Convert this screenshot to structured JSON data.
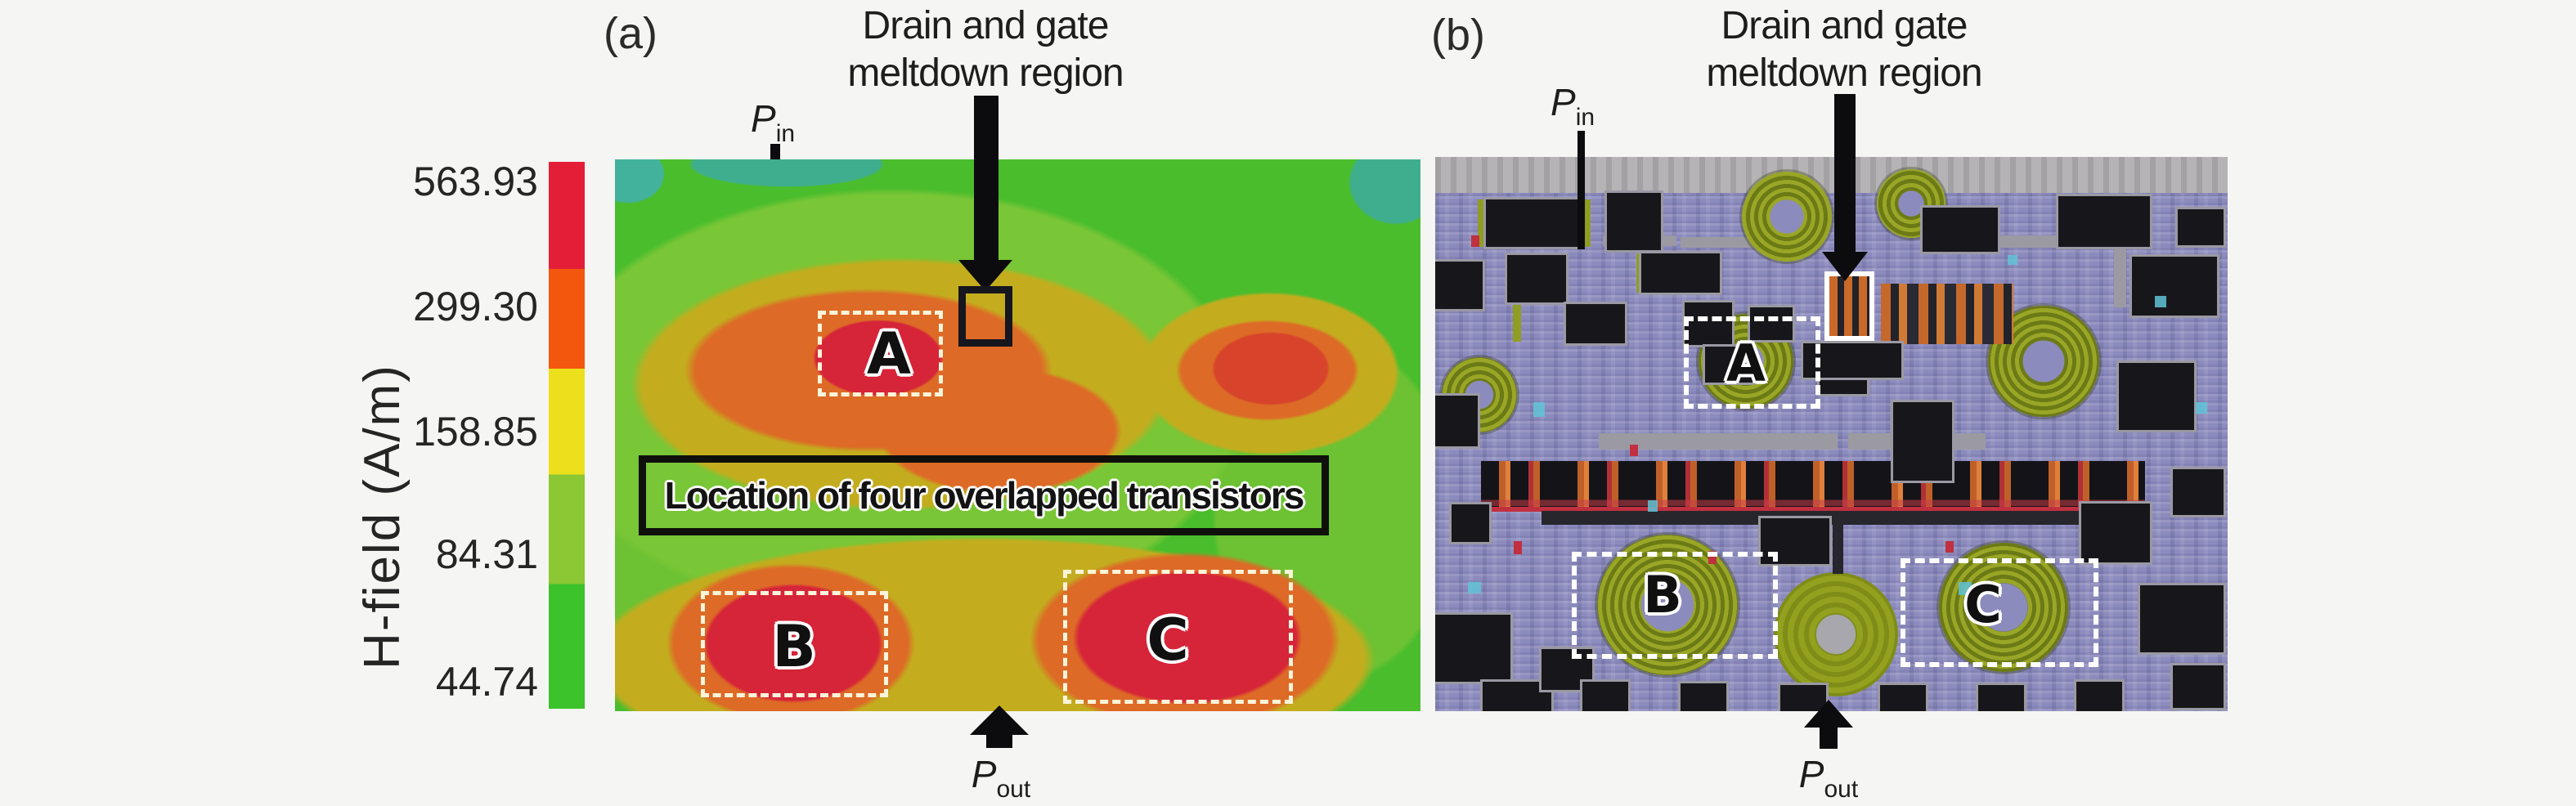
{
  "figure": {
    "colorbar": {
      "axis_label": "H-field (A/m)",
      "tick_labels": [
        "563.93",
        "299.30",
        "158.85",
        "84.31",
        "44.74"
      ],
      "segment_colors": [
        "#e51e38",
        "#f3570e",
        "#ece01d",
        "#8cc734",
        "#3cc22a"
      ]
    },
    "panel_a": {
      "label": "(a)",
      "heading": {
        "line1": "Drain and gate",
        "line2": "meltdown region"
      },
      "p_in": {
        "sym": "P",
        "sub": "in"
      },
      "p_out": {
        "sym": "P",
        "sub": "out"
      },
      "transistor_box_label": "Location of four overlapped transistors",
      "regions": [
        "A",
        "B",
        "C"
      ]
    },
    "panel_b": {
      "label": "(b)",
      "heading": {
        "line1": "Drain and gate",
        "line2": "meltdown region"
      },
      "p_in": {
        "sym": "P",
        "sub": "in"
      },
      "p_out": {
        "sym": "P",
        "sub": "out"
      },
      "regions": [
        "A",
        "B",
        "C"
      ]
    }
  },
  "chart_data": {
    "type": "heatmap",
    "title": "",
    "panels": [
      {
        "id": "a",
        "content": "Simulated H-field distribution over amplifier die with hotspots A, B, C and drain/gate meltdown marker"
      },
      {
        "id": "b",
        "content": "Die micrograph with same regions A, B, C and meltdown region outlined"
      }
    ],
    "colorbar": {
      "label": "H-field (A/m)",
      "tick_values": [
        563.93,
        299.3,
        158.85,
        84.31,
        44.74
      ],
      "orientation": "vertical",
      "colors_top_to_bottom": [
        "#e51e38",
        "#f3570e",
        "#ece01d",
        "#8cc734",
        "#3cc22a"
      ]
    },
    "hotspots": [
      {
        "region": "A",
        "relative_center": [
          0.33,
          0.36
        ],
        "level": "red, ~299-564 A/m"
      },
      {
        "region": "B",
        "relative_center": [
          0.22,
          0.88
        ],
        "level": "red, ~299-564 A/m"
      },
      {
        "region": "C",
        "relative_center": [
          0.71,
          0.87
        ],
        "level": "red, ~299-564 A/m"
      },
      {
        "region": "unlabeled right blob",
        "relative_center": [
          0.81,
          0.38
        ],
        "level": "red-orange, ~299+ A/m"
      },
      {
        "region": "drain and gate meltdown",
        "relative_center": [
          0.46,
          0.29
        ],
        "marker": "black open square / white open rectangle"
      }
    ],
    "annotations": [
      "Drain and gate meltdown region",
      "Location of four overlapped transistors",
      "Pin (input)",
      "Pout (output)"
    ]
  }
}
